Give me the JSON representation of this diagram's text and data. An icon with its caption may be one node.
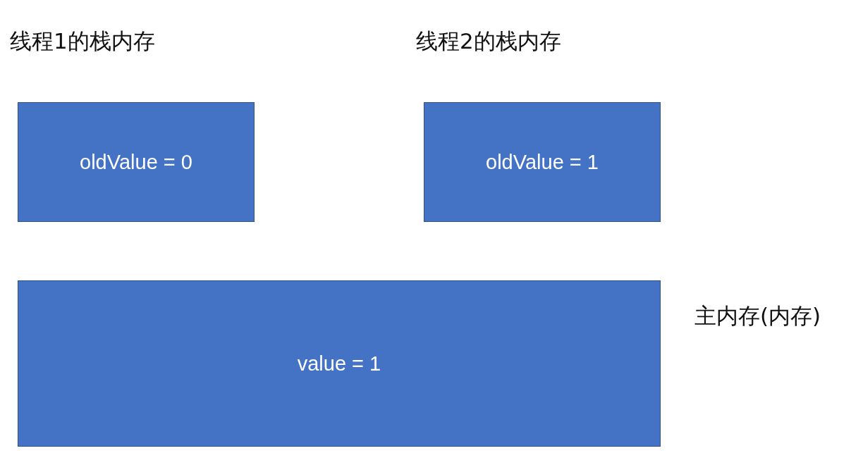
{
  "diagram": {
    "nodes": [
      {
        "text": [
          "oldValue = 0"
        ],
        "beside": [
          "线程1的栈内存"
        ]
      },
      {
        "text": [
          "oldValue = 1"
        ],
        "beside": [
          "线程2的栈内存"
        ]
      },
      {
        "text": [
          "value = 1"
        ],
        "beside": [
          "主内存(内存)"
        ]
      }
    ],
    "edges": []
  }
}
